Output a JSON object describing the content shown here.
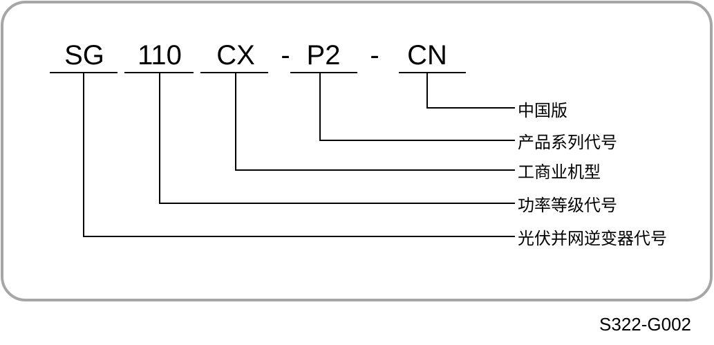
{
  "model_code": {
    "segments": [
      {
        "text": "SG",
        "meaning": "光伏并网逆变器代号"
      },
      {
        "text": "110",
        "meaning": "功率等级代号"
      },
      {
        "text": "CX",
        "meaning": "工商业机型"
      },
      {
        "text": "P2",
        "meaning": "产品系列代号"
      },
      {
        "text": "CN",
        "meaning": "中国版"
      }
    ],
    "separator": "-"
  },
  "figure_id": "S322-G002",
  "colors": {
    "frame_border": "#a6a6a6",
    "line": "#000000",
    "text": "#000000"
  }
}
